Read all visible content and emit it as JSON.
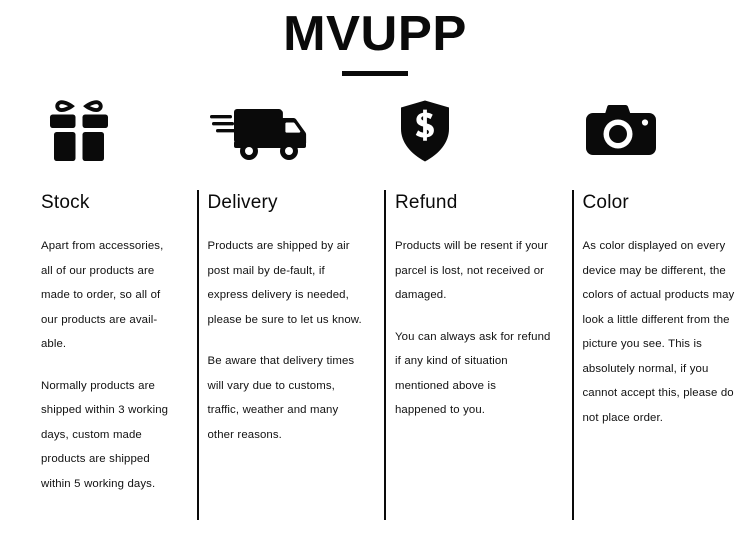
{
  "header": {
    "brand": "MVUPP"
  },
  "colors": {
    "ink": "#0a0a0a",
    "background": "#ffffff",
    "text": "#111111"
  },
  "columns": [
    {
      "icon": "gift-box-icon",
      "title": "Stock",
      "paragraphs": [
        "Apart from accessories, all of our products are made to order, so all of our products are avail-able.",
        "Normally products are shipped within 3 working days, custom made products are shipped within 5 working days."
      ]
    },
    {
      "icon": "delivery-truck-icon",
      "title": "Delivery",
      "paragraphs": [
        "Products are shipped by air post mail by de-fault, if express delivery is needed, please be sure to let us know.",
        "Be aware that delivery times will vary due to customs, traffic, weather and many other reasons."
      ]
    },
    {
      "icon": "shield-dollar-icon",
      "title": "Refund",
      "paragraphs": [
        "Products will be resent if your parcel is lost, not received or damaged.",
        "You can always ask for refund if any kind of situation mentioned above is happened to you."
      ]
    },
    {
      "icon": "camera-icon",
      "title": "Color",
      "paragraphs": [
        "As color displayed on every device may be different, the colors of actual products may look a little different from the picture you see. This is absolutely normal, if you cannot accept this, please do not place order."
      ]
    }
  ]
}
